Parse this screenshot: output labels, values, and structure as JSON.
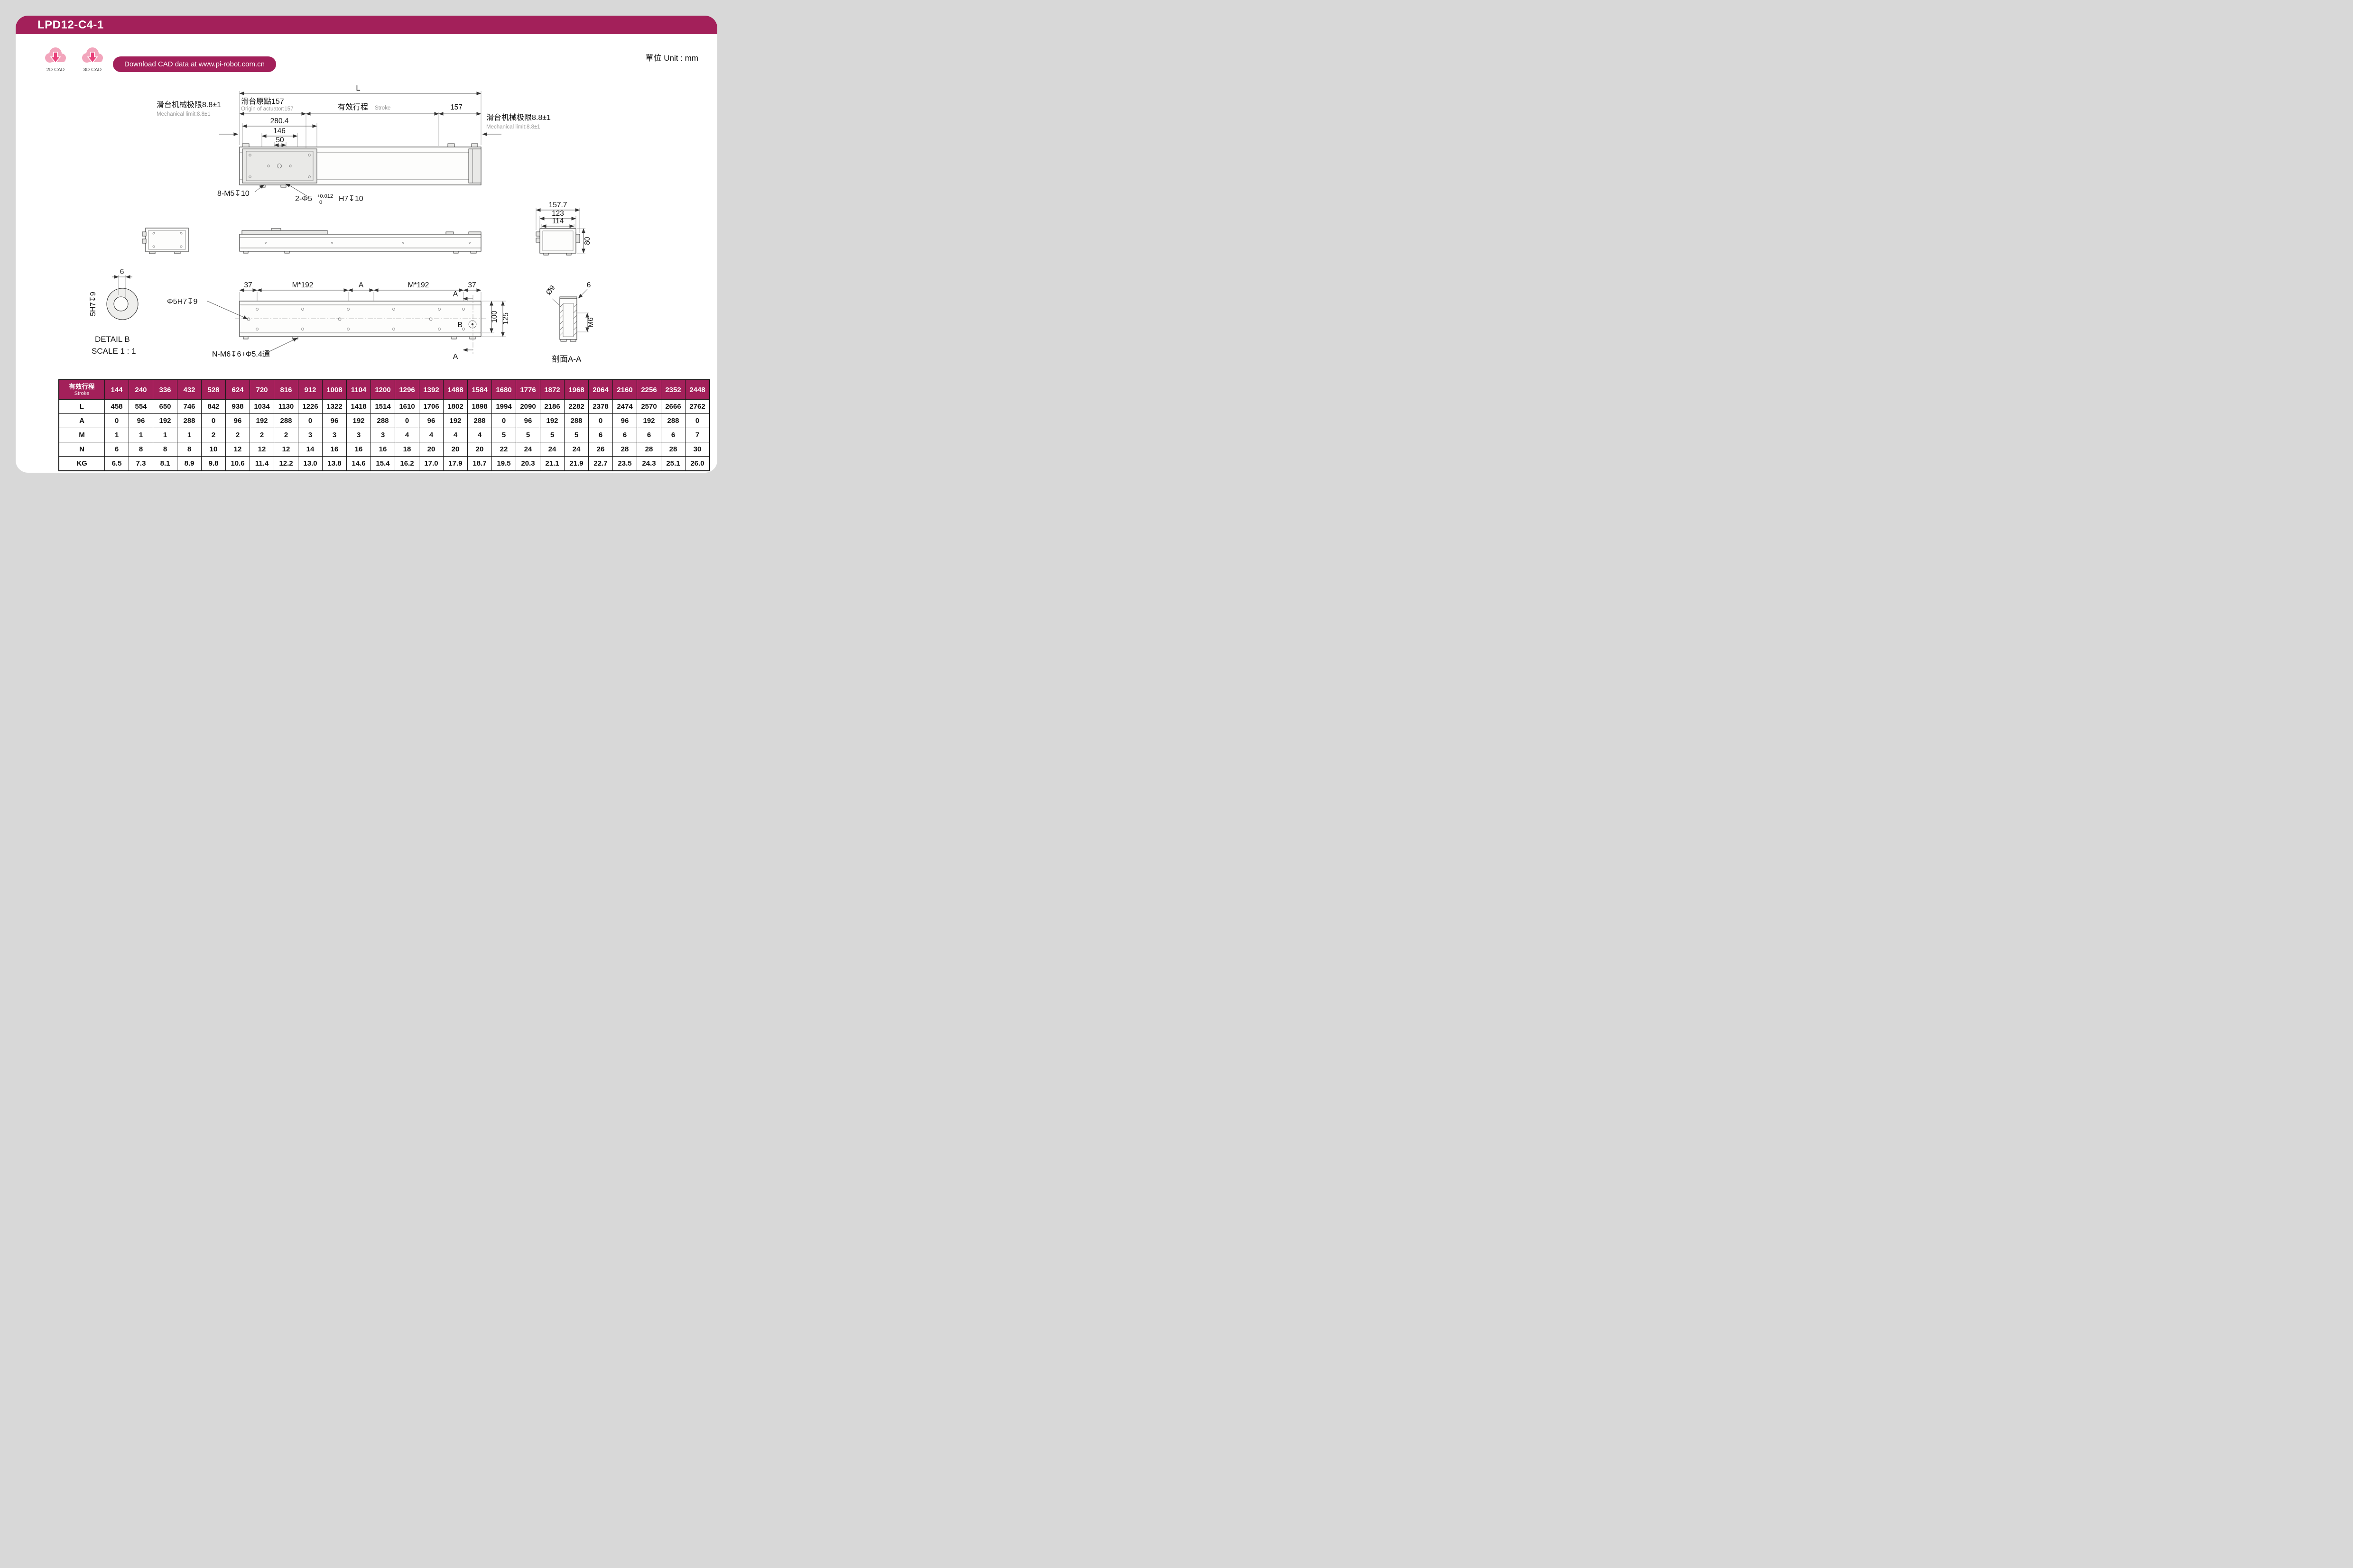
{
  "window": {
    "title": "LPD12-C4-1",
    "unit_label": "單位 Unit : mm"
  },
  "cad": {
    "download_label": "Download CAD data at www.pi-robot.com.cn",
    "icon_2d": "2D CAD",
    "icon_3d": "3D CAD"
  },
  "colors": {
    "accent": "#A3205A",
    "cloud_pink": "#F2A5BC",
    "arrow_pink": "#E8407A"
  },
  "labels": {
    "dim_l": "L",
    "origin_cn": "滑台原點157",
    "origin_en": "Origin of actuator:157",
    "stroke_cn": "有效行程",
    "stroke_en": "Stroke",
    "dim_157_right": "157",
    "mech_limit_cn": "滑台机械极限8.8±1",
    "mech_limit_en": "Mechanical limit:8.8±1",
    "dim_280_4": "280.4",
    "dim_146": "146",
    "dim_50": "50",
    "callout_8_m5": "8-M5↧10",
    "callout_2_phi5": "2-Φ5",
    "tol_plus": "+0.012",
    "tol_zero": "0",
    "callout_h7": "H7↧10",
    "dim_157_7": "157.7",
    "dim_123": "123",
    "dim_114": "114",
    "dim_80": "80",
    "detail_dim_6": "6",
    "detail_5h7": "5H7↧9",
    "detail_title": "DETAIL B",
    "detail_scale": "SCALE 1 : 1",
    "dim_37_left": "37",
    "dim_m192_left": "M*192",
    "dim_a_mid": "A",
    "dim_m192_right": "M*192",
    "dim_37_right": "37",
    "callout_phi5h7": "Φ5H7↧9",
    "dim_100": "100",
    "dim_125": "125",
    "label_b": "B",
    "section_a_top": "A",
    "section_a_bottom": "A",
    "callout_n_m6": "N-M6↧6+Φ5.4通",
    "section_title": "剖面A-A",
    "dim_o9": "Ø9",
    "dim_6_section": "6",
    "dim_m6": "M6"
  },
  "chart_data": {
    "type": "table",
    "header": {
      "label_cn": "有效行程",
      "label_en": "Stroke"
    },
    "strokes": [
      144,
      240,
      336,
      432,
      528,
      624,
      720,
      816,
      912,
      1008,
      1104,
      1200,
      1296,
      1392,
      1488,
      1584,
      1680,
      1776,
      1872,
      1968,
      2064,
      2160,
      2256,
      2352,
      2448
    ],
    "rows": [
      {
        "label": "L",
        "values": [
          458,
          554,
          650,
          746,
          842,
          938,
          1034,
          1130,
          1226,
          1322,
          1418,
          1514,
          1610,
          1706,
          1802,
          1898,
          1994,
          2090,
          2186,
          2282,
          2378,
          2474,
          2570,
          2666,
          2762
        ]
      },
      {
        "label": "A",
        "values": [
          0,
          96,
          192,
          288,
          0,
          96,
          192,
          288,
          0,
          96,
          192,
          288,
          0,
          96,
          192,
          288,
          0,
          96,
          192,
          288,
          0,
          96,
          192,
          288,
          0
        ]
      },
      {
        "label": "M",
        "values": [
          1,
          1,
          1,
          1,
          2,
          2,
          2,
          2,
          3,
          3,
          3,
          3,
          4,
          4,
          4,
          4,
          5,
          5,
          5,
          5,
          6,
          6,
          6,
          6,
          7
        ]
      },
      {
        "label": "N",
        "values": [
          6,
          8,
          8,
          8,
          10,
          12,
          12,
          12,
          14,
          16,
          16,
          16,
          18,
          20,
          20,
          20,
          22,
          24,
          24,
          24,
          26,
          28,
          28,
          28,
          30
        ]
      },
      {
        "label": "KG",
        "values": [
          "6.5",
          "7.3",
          "8.1",
          "8.9",
          "9.8",
          "10.6",
          "11.4",
          "12.2",
          "13.0",
          "13.8",
          "14.6",
          "15.4",
          "16.2",
          "17.0",
          "17.9",
          "18.7",
          "19.5",
          "20.3",
          "21.1",
          "21.9",
          "22.7",
          "23.5",
          "24.3",
          "25.1",
          "26.0"
        ]
      }
    ]
  }
}
